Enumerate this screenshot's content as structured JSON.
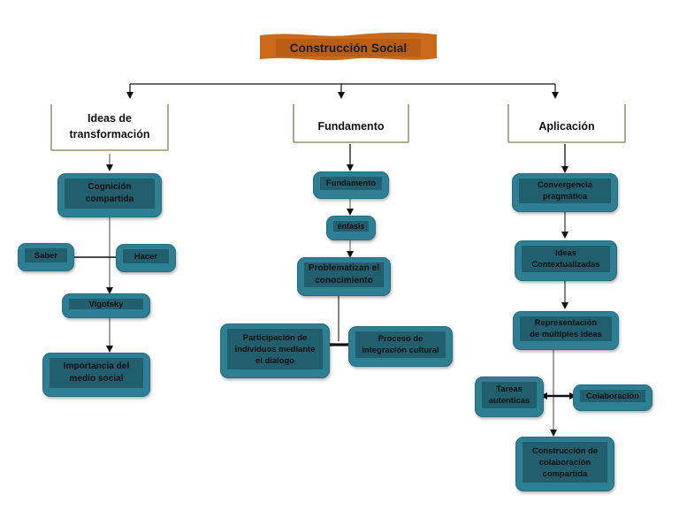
{
  "banner": {
    "title": "Construcción Social",
    "fill": "#cb6a1a",
    "inner_fill": "#a95513",
    "text_color": "#1a1a1a"
  },
  "colors": {
    "node_fill": "#2e7f93",
    "node_inner_fill": "#215f6f",
    "bracket_line": "#7d7d4e",
    "arrow_gray": "#7a7a7a",
    "arrow_black": "#111111",
    "background": "#ffffff"
  },
  "sections": [
    {
      "id": "ideas",
      "label_line1": "Ideas de",
      "label_line2": "transformación"
    },
    {
      "id": "fundamento",
      "label_line1": "Fundamento",
      "label_line2": ""
    },
    {
      "id": "aplicacion",
      "label_line1": "Aplicación",
      "label_line2": ""
    }
  ],
  "nodes": {
    "cognicion": {
      "line1": "Cognición",
      "line2": "compartida",
      "line3": ""
    },
    "saber": {
      "line1": "Saber",
      "line2": "",
      "line3": ""
    },
    "hacer": {
      "line1": "Hacer",
      "line2": "",
      "line3": ""
    },
    "vigotsky": {
      "line1": "Vigotsky",
      "line2": "",
      "line3": ""
    },
    "importancia": {
      "line1": "Importancia del",
      "line2": "medio social",
      "line3": ""
    },
    "fundamento": {
      "line1": "Fundamento",
      "line2": "",
      "line3": ""
    },
    "enfasis": {
      "line1": "énfasis",
      "line2": "",
      "line3": ""
    },
    "problematizan": {
      "line1": "Problematizan el",
      "line2": "conocimiento",
      "line3": ""
    },
    "participacion": {
      "line1": "Participación de",
      "line2": "individuos mediante",
      "line3": "el dialogo"
    },
    "proceso": {
      "line1": "Proceso de",
      "line2": "integración cultural",
      "line3": ""
    },
    "convergencia": {
      "line1": "Convergencia",
      "line2": "pragmática",
      "line3": ""
    },
    "ideas_context": {
      "line1": "Ideas",
      "line2": "Contextualizadas",
      "line3": ""
    },
    "representacion": {
      "line1": "Representación",
      "line2": "de múltiples ideas",
      "line3": ""
    },
    "tareas": {
      "line1": "Tareas",
      "line2": "autenticas",
      "line3": ""
    },
    "colaboracion": {
      "line1": "Colaboración",
      "line2": "",
      "line3": ""
    },
    "construccion": {
      "line1": "Construcción de",
      "line2": "colaboración",
      "line3": "compartida"
    }
  }
}
